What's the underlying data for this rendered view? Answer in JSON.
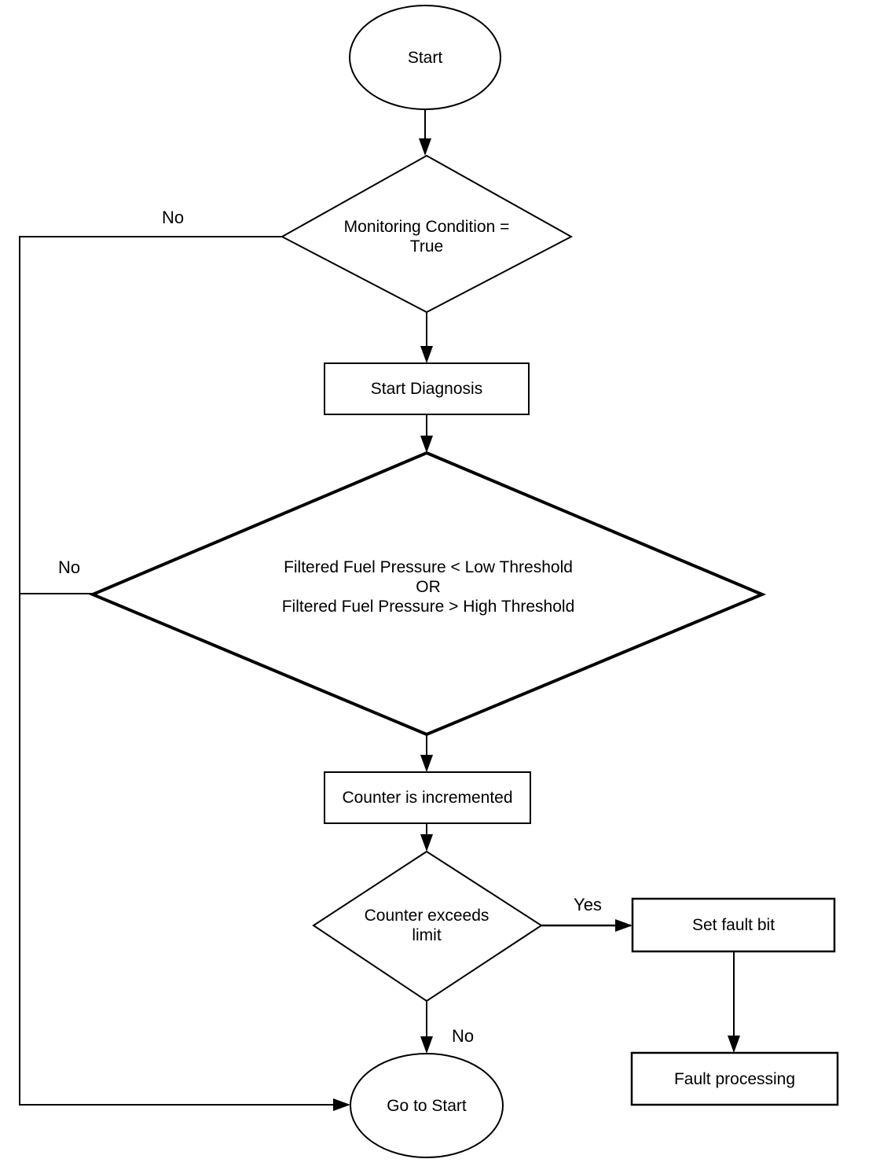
{
  "flowchart": {
    "background_color": "#ffffff",
    "line_color": "#000000",
    "nodes": {
      "start": {
        "shape": "ellipse",
        "label": "Start"
      },
      "monitoring_condition": {
        "shape": "diamond",
        "line1": "Monitoring Condition =",
        "line2": "True"
      },
      "start_diagnosis": {
        "shape": "rect",
        "label": "Start Diagnosis"
      },
      "pressure_check": {
        "shape": "diamond",
        "line1": "Filtered Fuel Pressure < Low Threshold",
        "line2": "OR",
        "line3": "Filtered Fuel Pressure > High Threshold"
      },
      "counter_incremented": {
        "shape": "rect",
        "label": "Counter is incremented"
      },
      "counter_exceeds_limit": {
        "shape": "diamond",
        "line1": "Counter exceeds",
        "line2": "limit"
      },
      "set_fault_bit": {
        "shape": "rect",
        "label": "Set fault bit"
      },
      "fault_processing": {
        "shape": "rect",
        "label": "Fault processing"
      },
      "go_to_start": {
        "shape": "ellipse",
        "label": "Go to Start"
      }
    },
    "edge_labels": {
      "monitoring_no": "No",
      "pressure_no": "No",
      "counter_yes": "Yes",
      "counter_no": "No"
    }
  }
}
